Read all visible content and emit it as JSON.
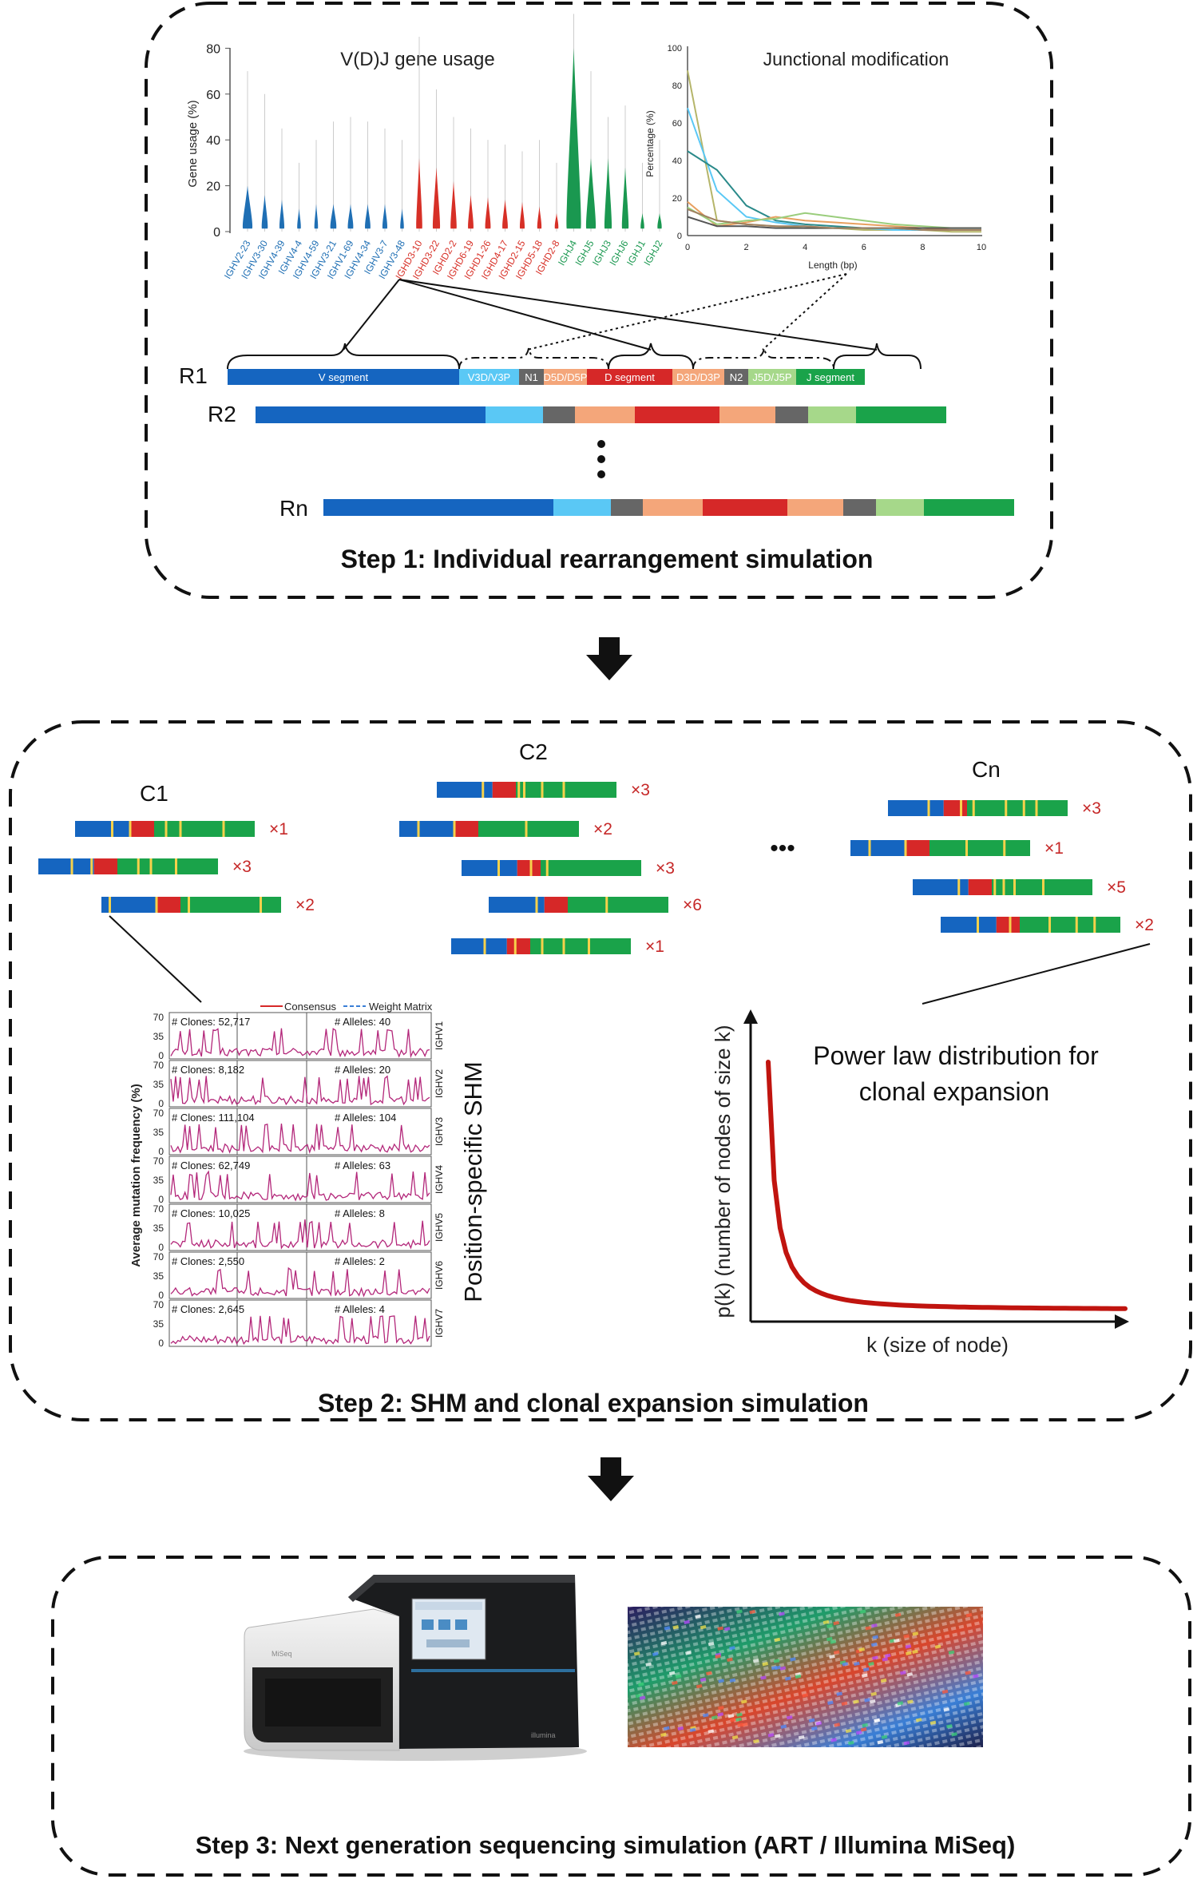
{
  "step1": {
    "title": "Step 1: Individual rearrangement simulation",
    "usage_chart": {
      "title": "V(D)J gene usage",
      "ylabel": "Gene usage (%)",
      "yticks": [
        "0",
        "20",
        "40",
        "60",
        "80"
      ],
      "genes": [
        "IGHV2-23",
        "IGHV3-30",
        "IGHV4-39",
        "IGHV4-4",
        "IGHV4-59",
        "IGHV3-21",
        "IGHV1-69",
        "IGHV4-34",
        "IGHV3-7",
        "IGHV3-48",
        "IGHD3-10",
        "IGHD3-22",
        "IGHD2-2",
        "IGHD6-19",
        "IGHD1-26",
        "IGHD4-17",
        "IGHD2-15",
        "IGHD5-18",
        "IGHD2-8",
        "IGHJ4",
        "IGHJ5",
        "IGHJ3",
        "IGHJ6",
        "IGHJ1",
        "IGHJ2"
      ],
      "colors": {
        "v": "#1f6fb4",
        "d": "#d73027",
        "j": "#1a9850"
      }
    },
    "junction_chart": {
      "title": "Junctional modification",
      "ylabel": "Percentage (%)",
      "xlabel": "Length (bp)",
      "yticks": [
        "0",
        "20",
        "40",
        "60",
        "80",
        "100"
      ],
      "xticks": [
        "0",
        "2",
        "4",
        "6",
        "8",
        "10"
      ]
    },
    "r1_label": "R1",
    "r2_label": "R2",
    "rn_label": "Rn",
    "segments": [
      "V segment",
      "V3D/V3P",
      "N1",
      "D5D/D5P",
      "D segment",
      "D3D/D3P",
      "N2",
      "J5D/J5P",
      "J segment"
    ],
    "segment_colors": [
      "#1565c0",
      "#5ac8f5",
      "#666666",
      "#f4a67a",
      "#d62828",
      "#f4a67a",
      "#666666",
      "#a6d88a",
      "#1aa34a"
    ]
  },
  "step2": {
    "title": "Step 2: SHM and clonal expansion simulation",
    "clone_labels": {
      "c1": "C1",
      "c2": "C2",
      "cn": "Cn"
    },
    "c1_counts": [
      "×1",
      "×3",
      "×2"
    ],
    "c2_counts": [
      "×3",
      "×2",
      "×3",
      "×6",
      "×1"
    ],
    "cn_counts": [
      "×3",
      "×1",
      "×5",
      "×2"
    ],
    "ellipsis": "•••",
    "shm_panel": {
      "legend_consensus": "Consensus",
      "legend_weight": "Weight Matrix",
      "ylabel": "Average mutation frequency (%)",
      "side_label": "Position-specific SHM",
      "yticks": [
        "70",
        "35",
        "0"
      ],
      "rows": [
        {
          "clones": "# Clones: 52,717",
          "alleles": "# Alleles: 40",
          "family": "IGHV1"
        },
        {
          "clones": "# Clones: 8,182",
          "alleles": "# Alleles: 20",
          "family": "IGHV2"
        },
        {
          "clones": "# Clones: 111,104",
          "alleles": "# Alleles: 104",
          "family": "IGHV3"
        },
        {
          "clones": "# Clones: 62,749",
          "alleles": "# Alleles: 63",
          "family": "IGHV4"
        },
        {
          "clones": "# Clones: 10,025",
          "alleles": "# Alleles: 8",
          "family": "IGHV5"
        },
        {
          "clones": "# Clones: 2,550",
          "alleles": "# Alleles: 2",
          "family": "IGHV6"
        },
        {
          "clones": "# Clones: 2,645",
          "alleles": "# Alleles: 4",
          "family": "IGHV7"
        }
      ]
    },
    "power_law": {
      "title_line1": "Power law distribution for",
      "title_line2": "clonal expansion",
      "ylabel": "p(k) (number of nodes of size k)",
      "xlabel": "k (size of node)"
    }
  },
  "step3": {
    "title": "Step 3: Next generation sequencing simulation (ART / Illumina MiSeq)",
    "machine_label": "MiSeq",
    "brand_label": "illumina"
  }
}
